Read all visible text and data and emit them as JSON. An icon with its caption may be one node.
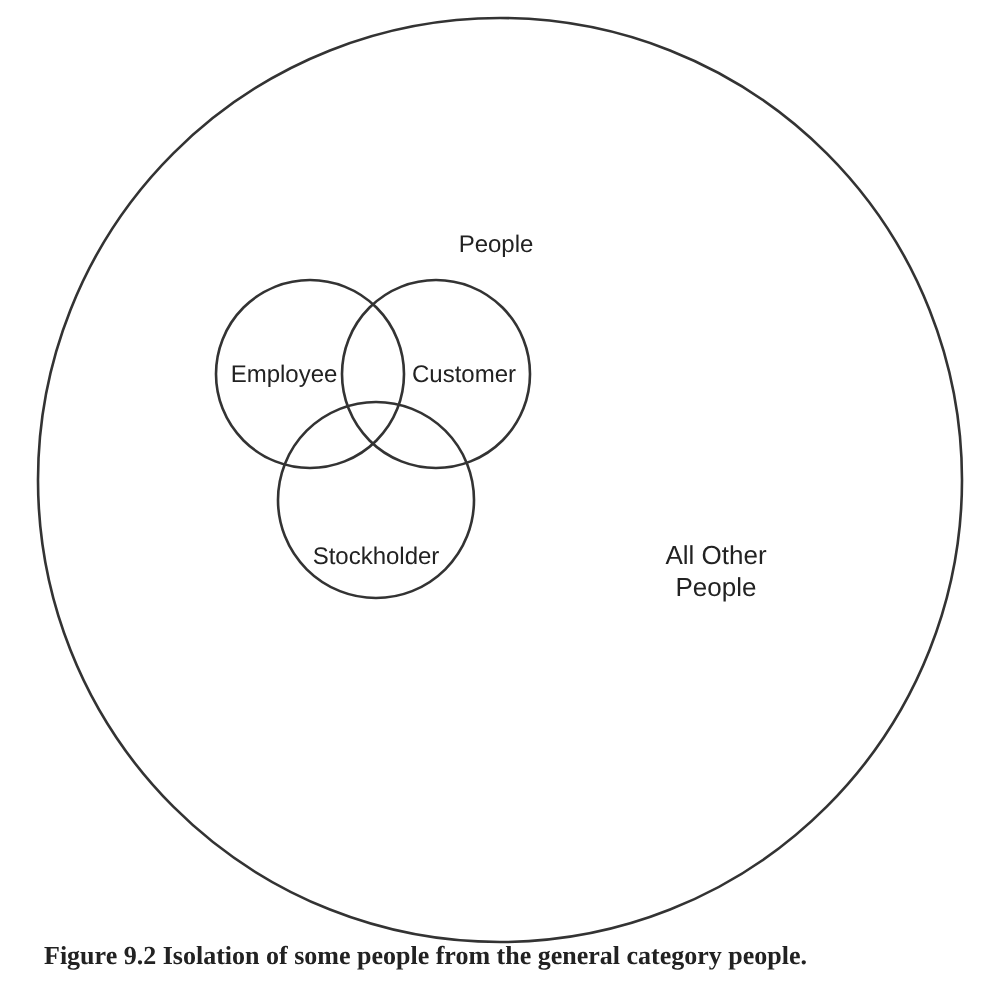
{
  "diagram": {
    "caption": "Figure 9.2 Isolation of some people from the general category people.",
    "nodes": [
      {
        "text": [
          "People"
        ]
      },
      {
        "text": [
          "Employee"
        ],
        "in": 0
      },
      {
        "text": [
          "Customer"
        ],
        "in": 0
      },
      {
        "text": [
          "Stockholder"
        ],
        "in": 0
      }
    ],
    "labels": [
      "All Other People"
    ]
  }
}
